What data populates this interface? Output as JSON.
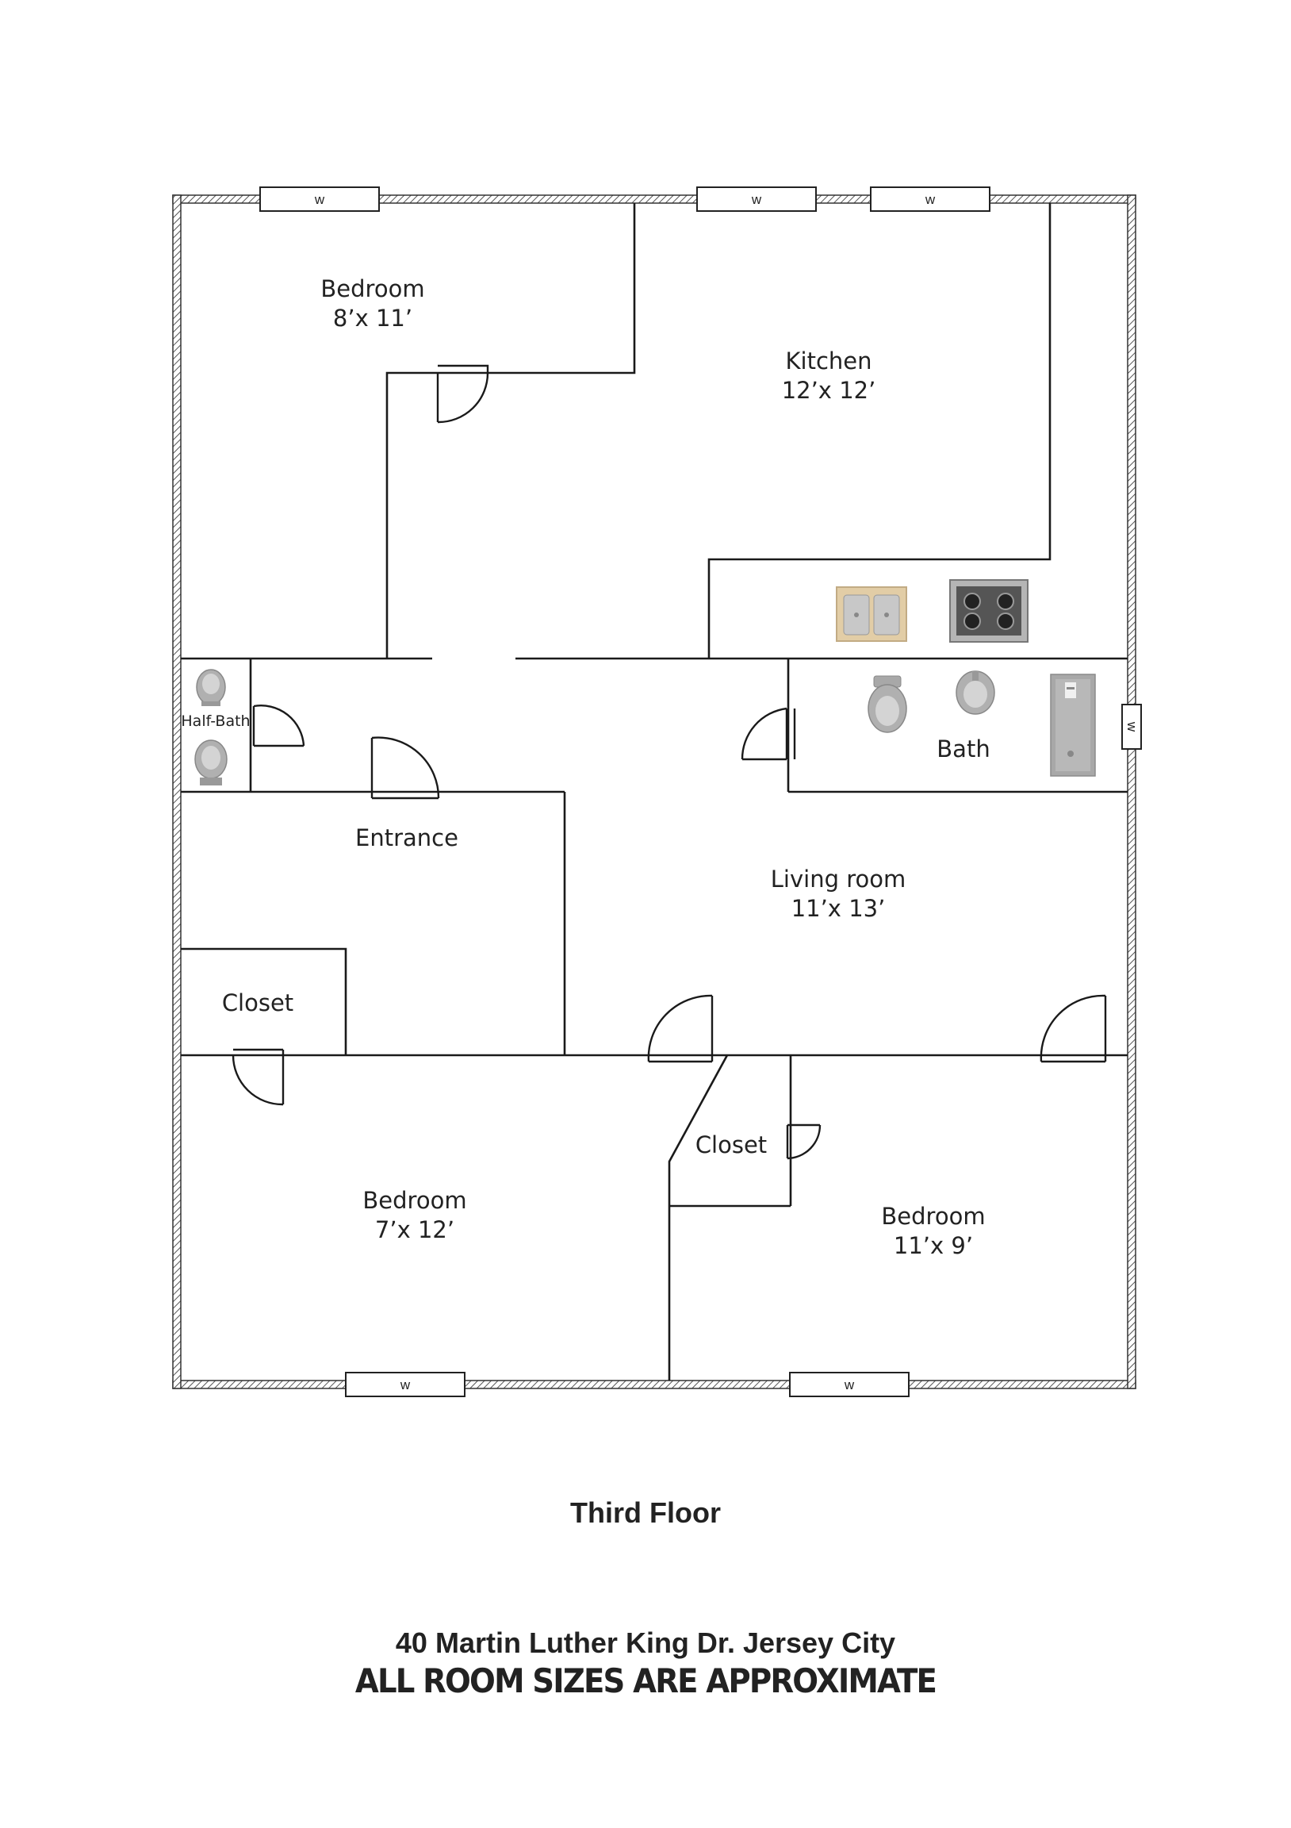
{
  "plan": {
    "rooms": {
      "bedroom_top": {
        "name": "Bedroom",
        "size": "8’x 11’"
      },
      "kitchen": {
        "name": "Kitchen",
        "size": "12’x 12’"
      },
      "half_bath": {
        "name": "Half-Bath"
      },
      "bath": {
        "name": "Bath"
      },
      "entrance": {
        "name": "Entrance"
      },
      "living_room": {
        "name": "Living room",
        "size": "11’x 13’"
      },
      "closet_left": {
        "name": "Closet"
      },
      "closet_center": {
        "name": "Closet"
      },
      "bedroom_bottom_left": {
        "name": "Bedroom",
        "size": "7’x 12’"
      },
      "bedroom_bottom_right": {
        "name": "Bedroom",
        "size": "11’x 9’"
      }
    },
    "window_label": "w"
  },
  "footer": {
    "floor": "Third Floor",
    "address": "40 Martin Luther King Dr. Jersey City",
    "disclaimer": "ALL ROOM SIZES ARE APPROXIMATE"
  },
  "colors": {
    "wall": "#1a1a1a",
    "fixture": "#a9a9a9",
    "sink_wood": "#e2cda6"
  }
}
